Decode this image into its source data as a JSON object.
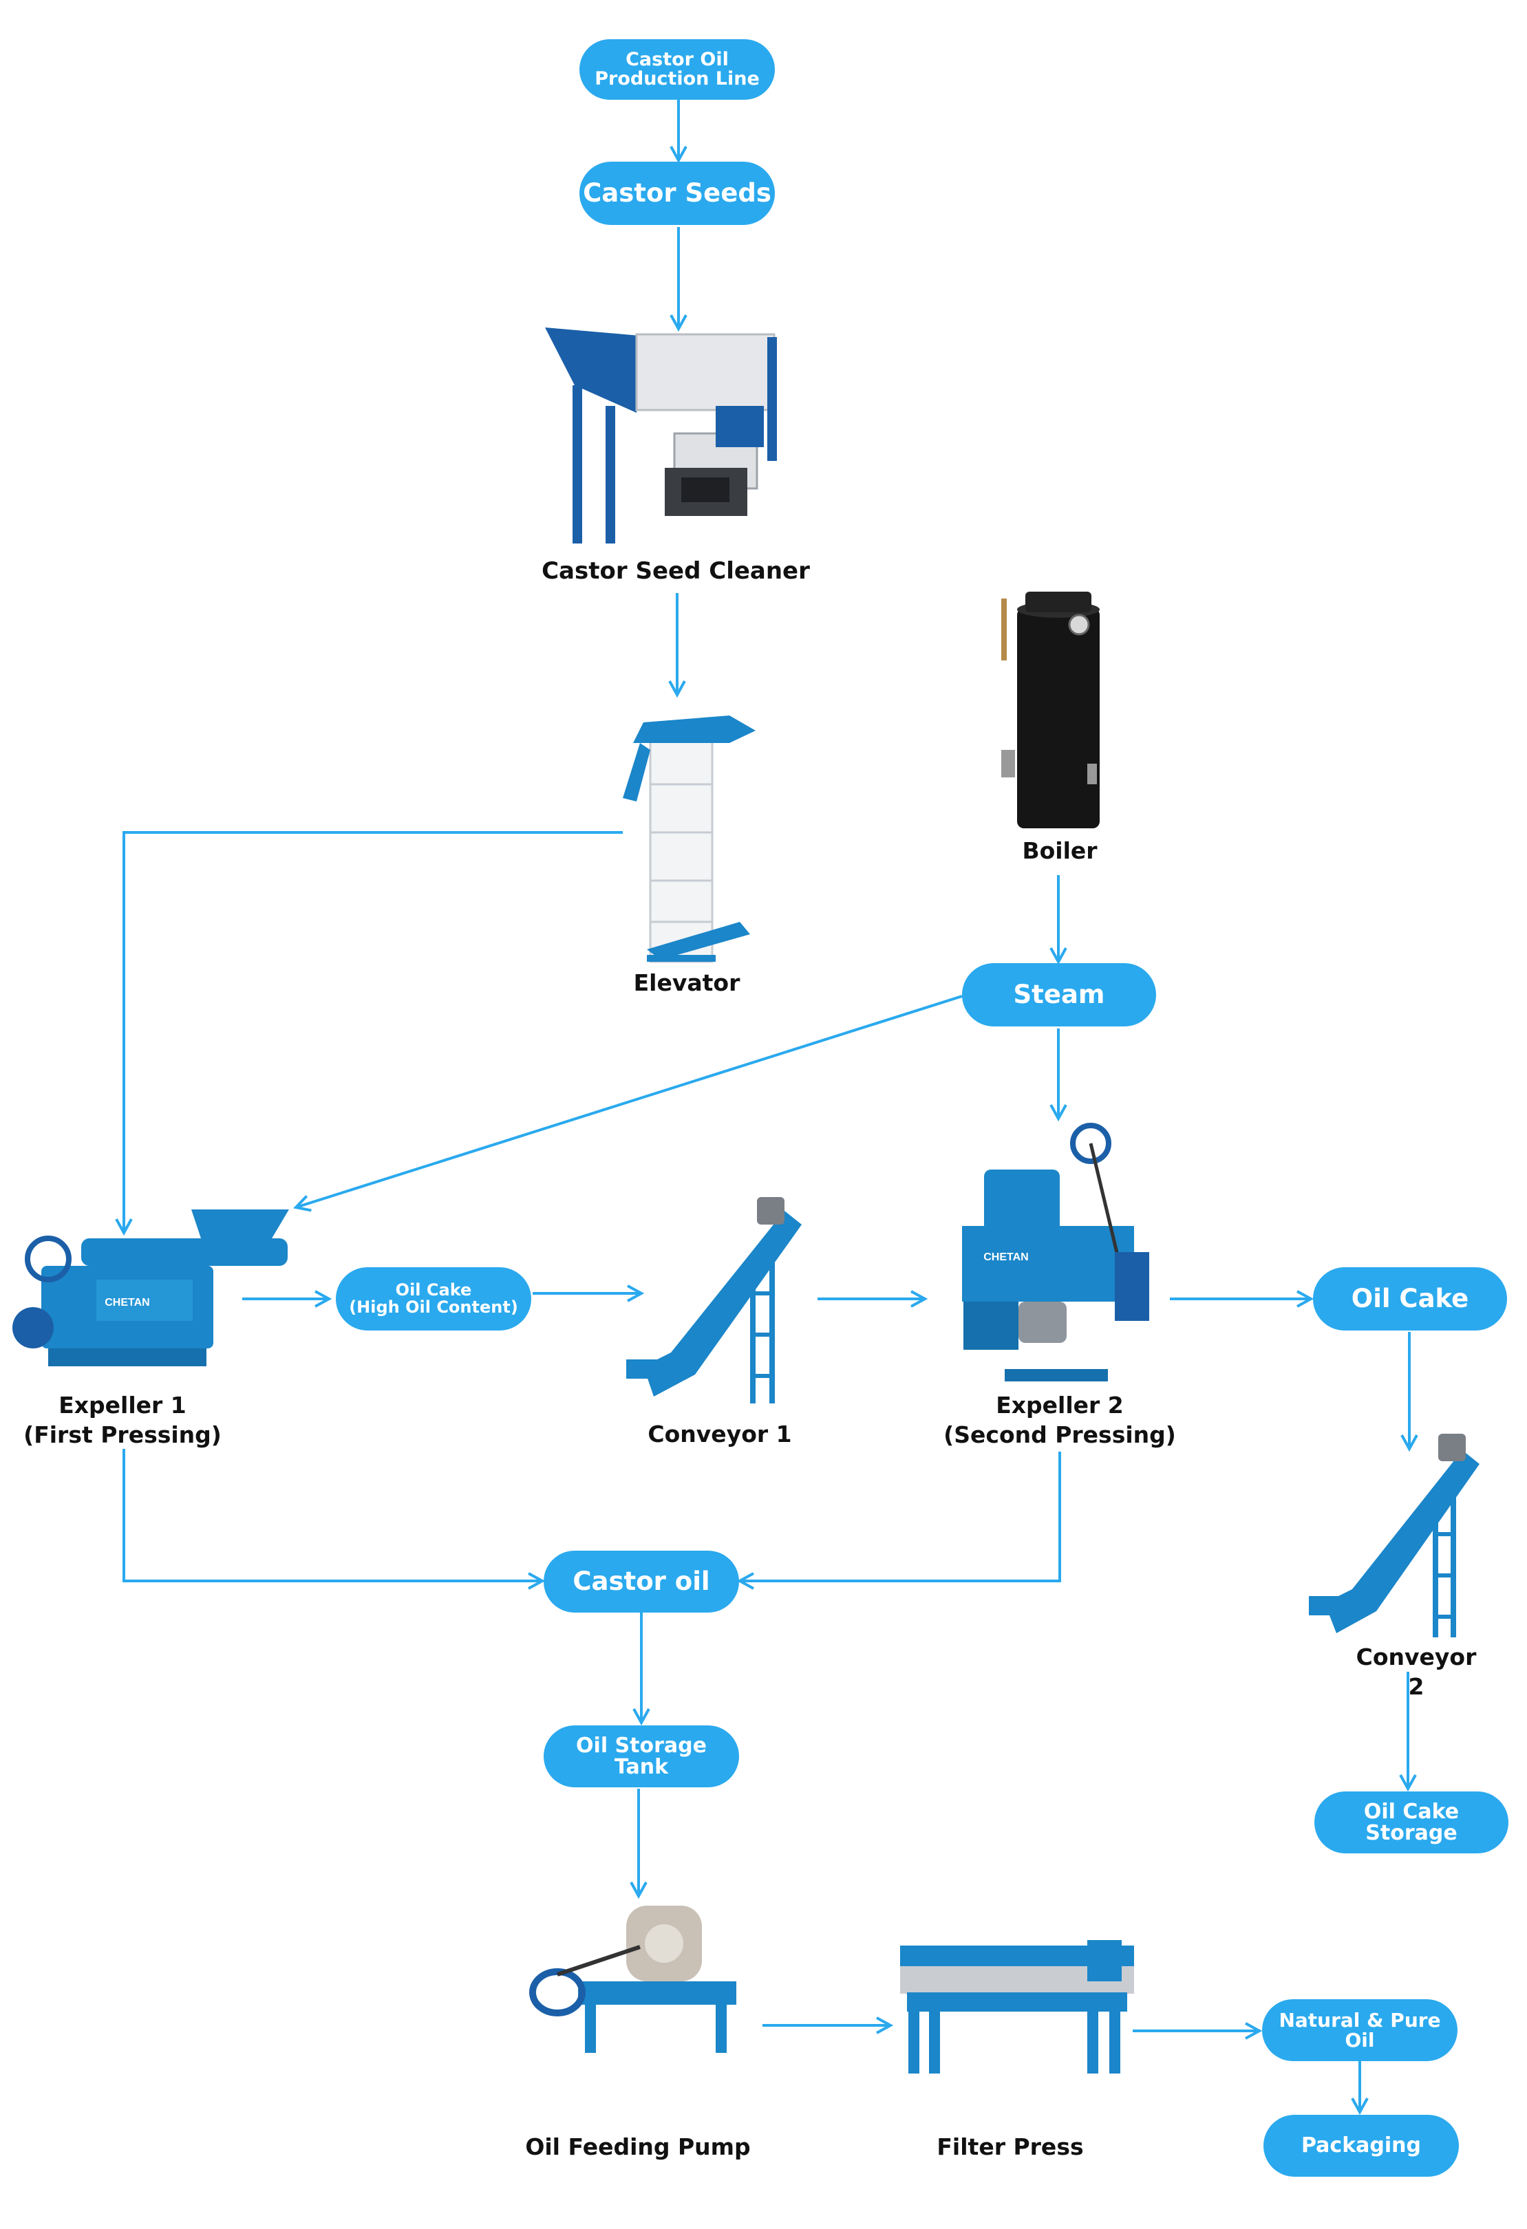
{
  "colors": {
    "accent": "#2aa9ee",
    "machine_blue": "#1b86c9",
    "line": "#2aa9ee",
    "text": "#111111"
  },
  "nodes": {
    "start": "Castor Oil\nProduction Line",
    "seeds": "Castor Seeds",
    "steam": "Steam",
    "oil_cake_high": "Oil Cake\n(High Oil Content)",
    "oil_cake": "Oil Cake",
    "castor_oil": "Castor oil",
    "storage_tank": "Oil Storage\nTank",
    "cake_storage": "Oil Cake\nStorage",
    "natural_oil": "Natural & Pure\nOil",
    "packaging": "Packaging"
  },
  "machines": {
    "cleaner": "Castor Seed Cleaner",
    "boiler": "Boiler",
    "elevator": "Elevator",
    "expeller1": "Expeller 1\n(First Pressing)",
    "conveyor1": "Conveyor 1",
    "expeller2": "Expeller 2\n(Second Pressing)",
    "conveyor2": "Conveyor 2",
    "pump": "Oil Feeding Pump",
    "filter": "Filter Press"
  },
  "brand": "CHETAN"
}
